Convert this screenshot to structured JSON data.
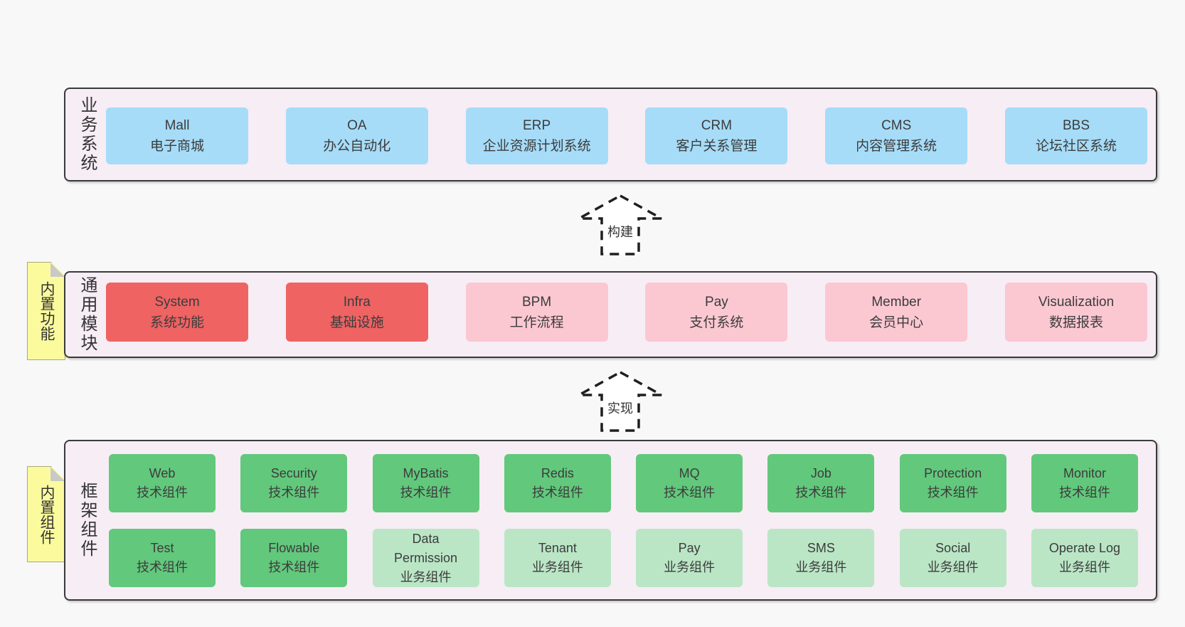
{
  "colors": {
    "page_bg": "#f8f8f8",
    "layer_bg": "#f7edf5",
    "layer_border": "#3a3a3a",
    "business_box_blue": "#a6dcf8",
    "core_module_box_red": "#ef6363",
    "module_box_pink": "#fbc8d2",
    "tech_component_box_green": "#62c87c",
    "biz_component_box_light_green": "#bae6c6",
    "sticky_note_yellow": "#fbfb9e",
    "text": "#3c3c3c"
  },
  "layers": [
    {
      "id": "business-systems",
      "label": "业务系统",
      "sticky": null,
      "boxes": [
        {
          "name": "Mall",
          "desc": "电子商城",
          "variant": "blue"
        },
        {
          "name": "OA",
          "desc": "办公自动化",
          "variant": "blue"
        },
        {
          "name": "ERP",
          "desc": "企业资源计划系统",
          "variant": "blue"
        },
        {
          "name": "CRM",
          "desc": "客户关系管理",
          "variant": "blue"
        },
        {
          "name": "CMS",
          "desc": "内容管理系统",
          "variant": "blue"
        },
        {
          "name": "BBS",
          "desc": "论坛社区系统",
          "variant": "blue"
        }
      ]
    },
    {
      "id": "common-modules",
      "label": "通用模块",
      "sticky": "内置功能",
      "boxes": [
        {
          "name": "System",
          "desc": "系统功能",
          "variant": "red"
        },
        {
          "name": "Infra",
          "desc": "基础设施",
          "variant": "red"
        },
        {
          "name": "BPM",
          "desc": "工作流程",
          "variant": "pink"
        },
        {
          "name": "Pay",
          "desc": "支付系统",
          "variant": "pink"
        },
        {
          "name": "Member",
          "desc": "会员中心",
          "variant": "pink"
        },
        {
          "name": "Visualization",
          "desc": "数据报表",
          "variant": "pink"
        }
      ]
    },
    {
      "id": "framework-components",
      "label": "框架组件",
      "sticky": "内置组件",
      "rows": [
        [
          {
            "name": "Web",
            "desc": "技术组件",
            "variant": "green"
          },
          {
            "name": "Security",
            "desc": "技术组件",
            "variant": "green"
          },
          {
            "name": "MyBatis",
            "desc": "技术组件",
            "variant": "green"
          },
          {
            "name": "Redis",
            "desc": "技术组件",
            "variant": "green"
          },
          {
            "name": "MQ",
            "desc": "技术组件",
            "variant": "green"
          },
          {
            "name": "Job",
            "desc": "技术组件",
            "variant": "green"
          },
          {
            "name": "Protection",
            "desc": "技术组件",
            "variant": "green"
          },
          {
            "name": "Monitor",
            "desc": "技术组件",
            "variant": "green"
          }
        ],
        [
          {
            "name": "Test",
            "desc": "技术组件",
            "variant": "green"
          },
          {
            "name": "Flowable",
            "desc": "技术组件",
            "variant": "green"
          },
          {
            "name": "Data\nPermission",
            "desc": "业务组件",
            "variant": "green-light"
          },
          {
            "name": "Tenant",
            "desc": "业务组件",
            "variant": "green-light"
          },
          {
            "name": "Pay",
            "desc": "业务组件",
            "variant": "green-light"
          },
          {
            "name": "SMS",
            "desc": "业务组件",
            "variant": "green-light"
          },
          {
            "name": "Social",
            "desc": "业务组件",
            "variant": "green-light"
          },
          {
            "name": "Operate Log",
            "desc": "业务组件",
            "variant": "green-light"
          }
        ]
      ]
    }
  ],
  "arrows": [
    {
      "label": "构建"
    },
    {
      "label": "实现"
    }
  ]
}
